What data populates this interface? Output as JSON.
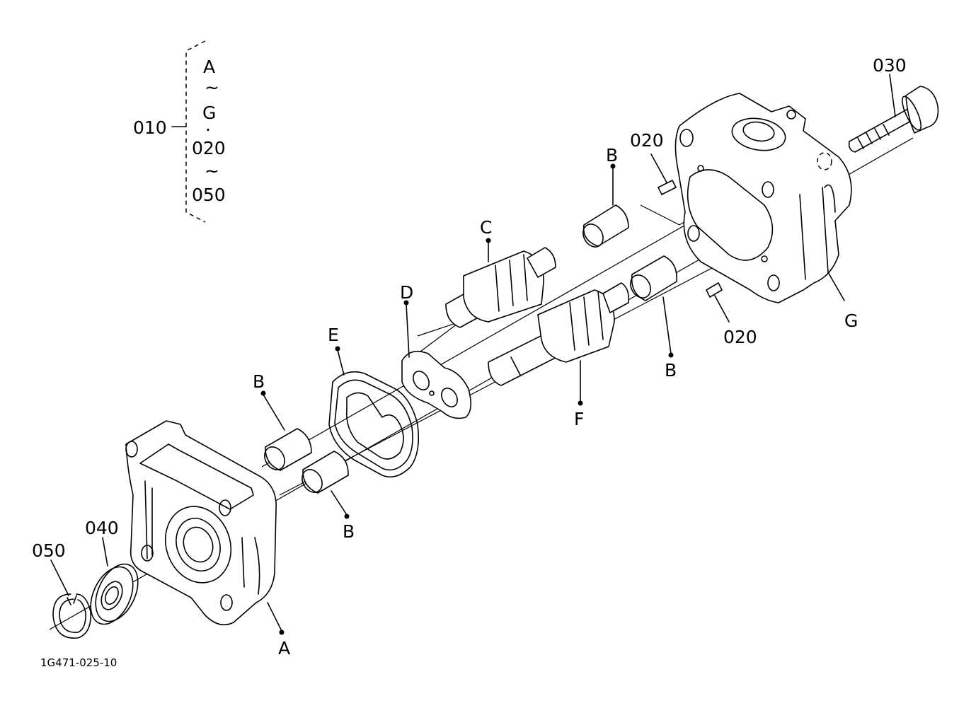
{
  "diagram": {
    "reference_code": "1G471-025-10",
    "group_bracket": {
      "callout": "010",
      "lines": [
        "A",
        "~",
        "G",
        "·",
        "020",
        "~",
        "050"
      ]
    },
    "part_labels": {
      "A": "A",
      "B": "B",
      "C": "C",
      "D": "D",
      "E": "E",
      "F": "F",
      "G": "G"
    },
    "callouts": {
      "p020": "020",
      "p030": "030",
      "p040": "040",
      "p050": "050"
    }
  }
}
